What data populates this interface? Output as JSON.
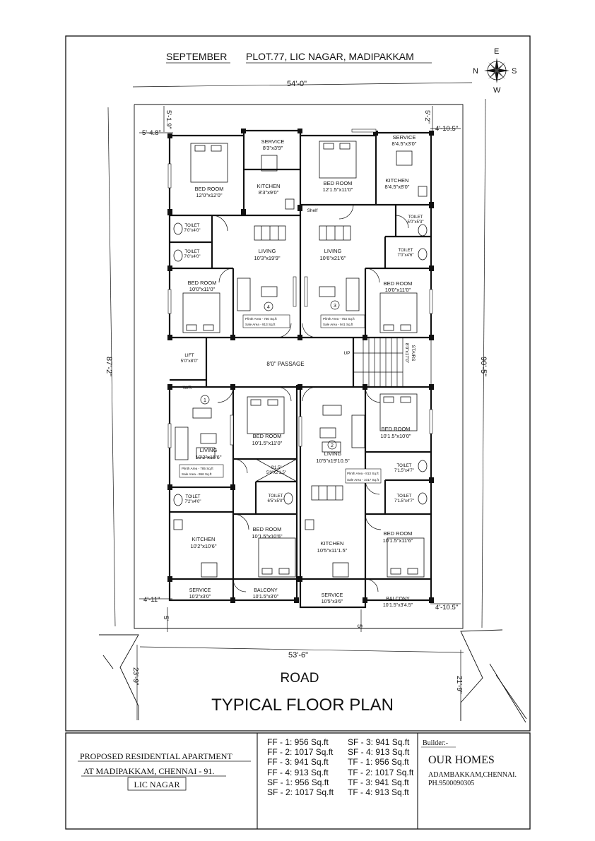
{
  "header": {
    "month": "SEPTEMBER",
    "plot": "PLOT.77, LIC NAGAR, MADIPAKKAM"
  },
  "compass": {
    "n": "N",
    "s": "S",
    "e": "E",
    "w": "W"
  },
  "dimensions": {
    "top_width": "54'-0\"",
    "bottom_width": "53'-6\"",
    "left_height": "87'-2\"",
    "right_height": "90'-5\"",
    "top_left_offset_h": "5'-4.8\"",
    "top_left_offset_v": "5'-1.9\"",
    "top_right_offset_h": "4'-10.5\"",
    "top_right_offset_v": "5'-2\"",
    "bottom_left_offset_h": "4'-11\"",
    "bottom_left_offset_v": "5'",
    "bottom_right_offset_h": "4'-10.5\"",
    "bottom_mid_offset_v": "5'",
    "road_left": "23'-9\"",
    "road_right": "21'-9\""
  },
  "rooms": {
    "u4_service": [
      "SERVICE",
      "8'3\"x3'9\""
    ],
    "u4_kitchen": [
      "KITCHEN",
      "8'3\"x9'0\""
    ],
    "u4_bed1": [
      "BED ROOM",
      "12'0\"x12'0\""
    ],
    "u4_toilet1": [
      "TOILET",
      "7'0\"x4'0\""
    ],
    "u4_toilet2": [
      "TOILET",
      "7'0\"x4'0\""
    ],
    "u4_living": [
      "LIVING",
      "10'3\"x19'9\""
    ],
    "u4_bed2": [
      "BED ROOM",
      "10'0\"x11'0\""
    ],
    "u3_bed1": [
      "BED ROOM",
      "12'1.5\"x11'0\""
    ],
    "u3_service": [
      "SERVICE",
      "8'4.5\"x3'0\""
    ],
    "u3_kitchen": [
      "KITCHEN",
      "8'4.5\"x8'0\""
    ],
    "u3_toilet1": [
      "TOILET",
      "5'0\"x5'3\""
    ],
    "u3_toilet2": [
      "TOILET",
      "7'0\"x4'6\""
    ],
    "u3_living": [
      "LIVING",
      "10'6\"x21'6\""
    ],
    "u3_bed2": [
      "BED ROOM",
      "10'0\"x11'0\""
    ],
    "lift": [
      "LIFT",
      "5'0\"x8'0\""
    ],
    "passage": "8'0\" PASSAGE",
    "stairs": [
      "STAIRS",
      "8'0\"x17'0\""
    ],
    "u1_living": [
      "LIVING",
      "10'2\"x15'6\""
    ],
    "u1_bed1": [
      "BED ROOM",
      "10'1.5\"x11'0\""
    ],
    "u1_toilet1": [
      "TOILET",
      "7'2\"x4'0\""
    ],
    "u1_toilet2": [
      "TOILET",
      "6'5\"x5'0\""
    ],
    "u1_kitchen": [
      "KITCHEN",
      "10'2\"x10'6\""
    ],
    "u1_bed2": [
      "BED ROOM",
      "10'1.5\"x10'6\""
    ],
    "u1_service": [
      "SERVICE",
      "10'2\"x3'0\""
    ],
    "u1_balcony": [
      "BALCONY",
      "10'1.5\"x3'0\""
    ],
    "u2_living": [
      "LIVING",
      "10'5\"x19'10.5\""
    ],
    "u2_bed1": [
      "BED ROOM",
      "10'1.5\"x10'0\""
    ],
    "u2_toilet1": [
      "TOILET",
      "7'1.5\"x4'7\""
    ],
    "u2_toilet2": [
      "TOILET",
      "7'1.5\"x4'7\""
    ],
    "u2_kitchen": [
      "KITCHEN",
      "10'5\"x11'1.5\""
    ],
    "u2_bed2": [
      "BED ROOM",
      "10'1.5\"x11'6\""
    ],
    "u2_service": [
      "SERVICE",
      "10'5\"x3'6\""
    ],
    "u2_balcony": [
      "BALCONY",
      "10'1.5\"x3'4.5\""
    ],
    "shelf": "Shelf",
    "wr": "W/R",
    "duct": [
      "0'1.5\"",
      "5'0\"x2'1.5\""
    ]
  },
  "unit_tags": {
    "u4": {
      "num": "4",
      "plinth": "Plinth Area - 750 Sq.ft",
      "sale": "Sale Area - 913 Sq.ft"
    },
    "u3": {
      "num": "3",
      "plinth": "Plinth Area - 753 Sq.ft",
      "sale": "Sale Area - 941 Sq.ft"
    },
    "u1": {
      "num": "1",
      "plinth": "Plinth Area - 785 Sq.ft",
      "sale": "Sale Area - 956 Sq.ft"
    },
    "u2": {
      "num": "2",
      "plinth": "Plinth Area - 813 Sq.ft",
      "sale": "Sale Area - 1017 Sq.ft"
    }
  },
  "labels": {
    "road": "ROAD",
    "title": "TYPICAL FLOOR PLAN",
    "up": "UP"
  },
  "title_block": {
    "project_line1": "PROPOSED RESIDENTIAL APARTMENT",
    "project_line2": "AT MADIPAKKAM, CHENNAI - 91.",
    "locality": "LIC NAGAR",
    "areas_col1": [
      "FF - 1: 956 Sq.ft",
      "FF - 2: 1017 Sq.ft",
      "FF - 3: 941 Sq.ft",
      "FF - 4: 913 Sq.ft",
      "SF - 1: 956 Sq.ft",
      "SF - 2: 1017 Sq.ft"
    ],
    "areas_col2": [
      "SF - 3: 941 Sq.ft",
      "SF - 4: 913 Sq.ft",
      "TF - 1: 956 Sq.ft",
      "TF - 2: 1017 Sq.ft",
      "TF - 3: 941 Sq.ft",
      "TF - 4: 913 Sq.ft"
    ],
    "builder_label": "Builder:-",
    "builder_name": "OUR HOMES",
    "builder_address": "ADAMBAKKAM,CHENNAI.",
    "builder_phone": "PH.9500090305"
  }
}
